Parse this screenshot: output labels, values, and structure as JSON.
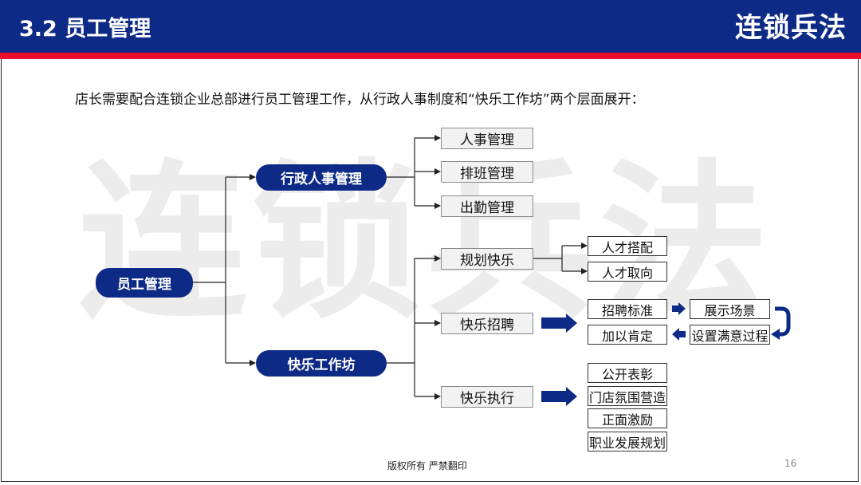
{
  "header": {
    "title": "3.2 员工管理",
    "brand": "连锁兵法"
  },
  "intro": "店长需要配合连锁企业总部进行员工管理工作，从行政人事制度和“快乐工作坊”两个层面展开：",
  "watermark": "连锁兵法",
  "diagram": {
    "root": "员工管理",
    "branch_admin": {
      "label": "行政人事管理",
      "items": [
        "人事管理",
        "排班管理",
        "出勤管理"
      ]
    },
    "branch_happy": {
      "label": "快乐工作坊",
      "plan": {
        "label": "规划快乐",
        "items": [
          "人才搭配",
          "人才取向"
        ]
      },
      "recruit": {
        "label": "快乐招聘",
        "steps": [
          "招聘标准",
          "展示场景",
          "设置满意过程",
          "加以肯定"
        ]
      },
      "execute": {
        "label": "快乐执行",
        "items": [
          "公开表彰",
          "门店氛围营造",
          "正面激励",
          "职业发展规划"
        ]
      }
    }
  },
  "colors": {
    "primary": "#0d2a86",
    "accent": "#e8102a"
  },
  "footer": {
    "copyright": "版权所有 严禁翻印",
    "page": "16"
  }
}
